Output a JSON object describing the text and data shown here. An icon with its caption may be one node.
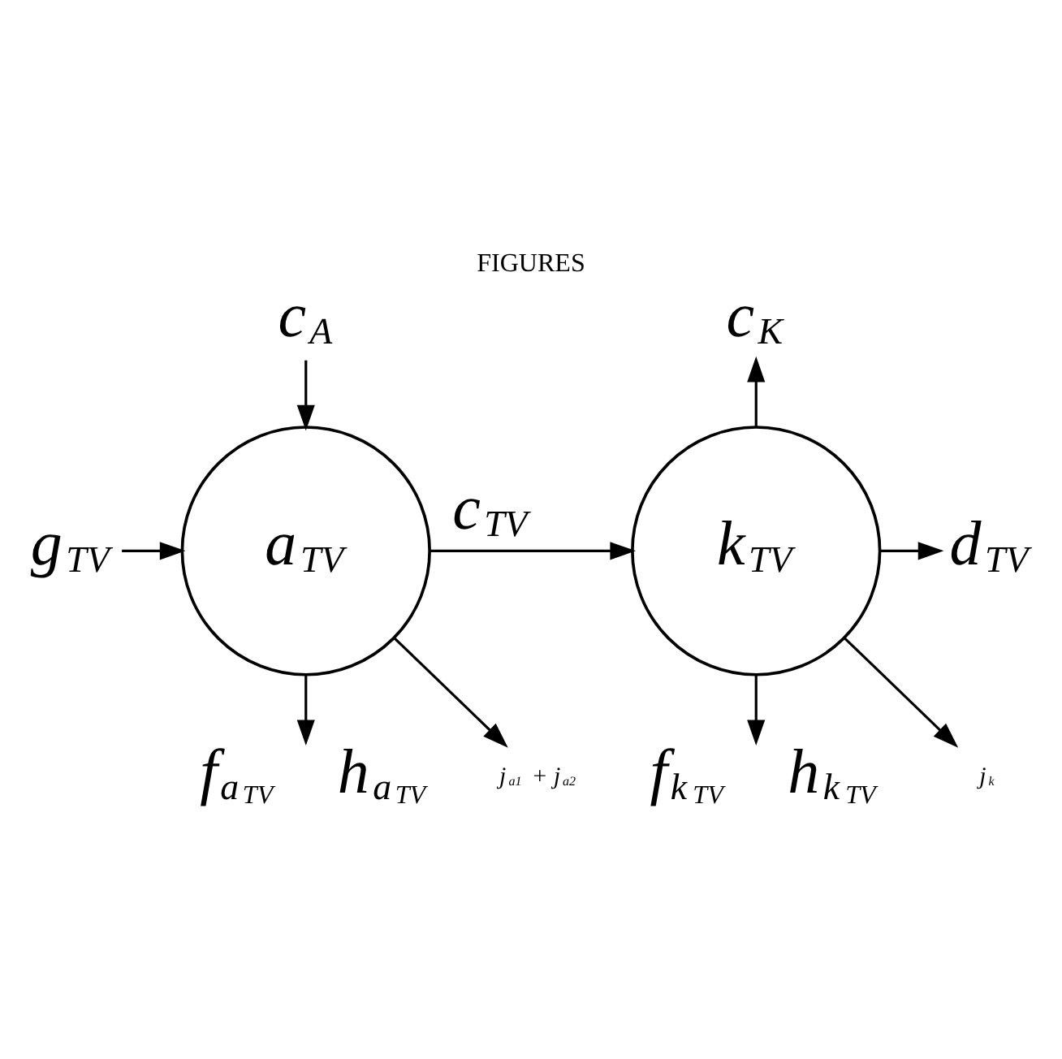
{
  "diagram": {
    "title": "FIGURES",
    "nodes": [
      {
        "text": [
          "c$_{A}$"
        ]
      },
      {
        "text": [
          "c$_{K}$"
        ]
      },
      {
        "text": [
          "g$_{TV}$"
        ]
      },
      {
        "text": [
          "a$_{TV}$"
        ]
      },
      {
        "text": [
          "k$_{TV}$"
        ]
      },
      {
        "text": [
          "d$_{TV}$"
        ]
      },
      {
        "text": [
          "j$_{a1}$ + j$_{a2}$"
        ]
      },
      {
        "text": [
          "j$_{k}$"
        ]
      },
      {
        "text": [
          "f$_{a}$$_{TV}$",
          "h$_{a}$$_{TV}$"
        ]
      },
      {
        "text": [
          "f$_{k}$$_{TV}$",
          "h$_{k}$$_{TV}$"
        ]
      }
    ],
    "edges": [
      {
        "from": 0,
        "to": 3,
        "arrow": "to"
      },
      {
        "from": 2,
        "to": 3,
        "arrow": "to"
      },
      {
        "from": 3,
        "to": 4,
        "arrow": "to",
        "label": "c$_{TV}$"
      },
      {
        "from": 3,
        "to": 8,
        "arrow": "to"
      },
      {
        "from": 3,
        "to": 6,
        "arrow": "to"
      },
      {
        "from": 4,
        "to": 1,
        "arrow": "to"
      },
      {
        "from": 4,
        "to": 5,
        "arrow": "to"
      },
      {
        "from": 4,
        "to": 9,
        "arrow": "to"
      },
      {
        "from": 4,
        "to": 7,
        "arrow": "to"
      }
    ]
  }
}
